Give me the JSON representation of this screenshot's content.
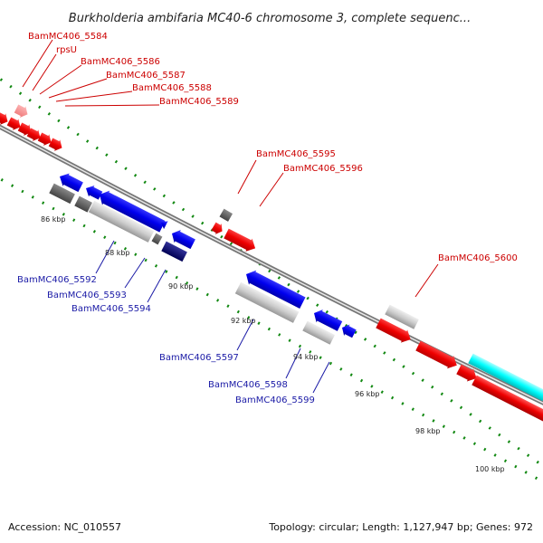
{
  "title": "Burkholderia ambifaria MC40-6 chromosome 3, complete sequenc...",
  "footer": {
    "accession": "Accession: NC_010557",
    "topology": "Topology: circular; Length: 1,127,947 bp; Genes: 972"
  },
  "colors": {
    "forward_gene": "#ff0000",
    "reverse_gene": "#0000ee",
    "pseudo_gene": "#bbbbbb",
    "rna_gene": "#00ffff",
    "backbone": "#888888",
    "tick": "#118811",
    "forward_label": "#cc0000",
    "reverse_label": "#1a1aa6"
  },
  "forward_labels": [
    "BamMC406_5584",
    "rpsU",
    "BamMC406_5586",
    "BamMC406_5587",
    "BamMC406_5588",
    "BamMC406_5589",
    "BamMC406_5595",
    "BamMC406_5596",
    "BamMC406_5600"
  ],
  "reverse_labels": [
    "BamMC406_5592",
    "BamMC406_5593",
    "BamMC406_5594",
    "BamMC406_5597",
    "BamMC406_5598",
    "BamMC406_5599"
  ],
  "kbp_ticks": [
    "86 kbp",
    "88 kbp",
    "90 kbp",
    "92 kbp",
    "94 kbp",
    "96 kbp",
    "98 kbp",
    "100 kbp"
  ]
}
